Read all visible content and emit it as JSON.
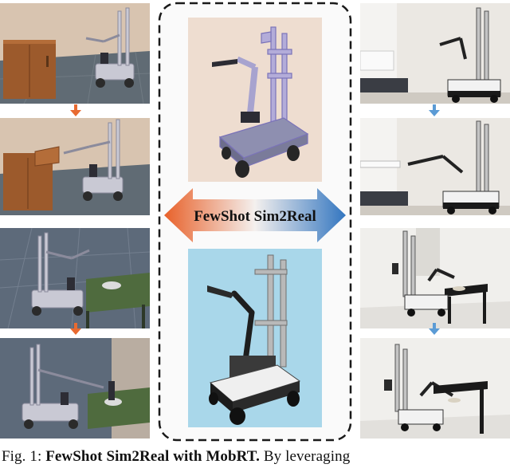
{
  "banner": {
    "label": "FewShot Sim2Real"
  },
  "caption": {
    "prefix": "Fig. 1:",
    "bold": "FewShot Sim2Real with MobRT.",
    "rest": "By leveraging"
  },
  "colors": {
    "sim_floor": "#5d6872",
    "sim_wall": "#d9c6b3",
    "cabinet": "#9c5a2c",
    "table_green": "#4f6b3e",
    "robot_sim": "#8f8fa8",
    "arrow_orange": "#e86a30",
    "arrow_blue": "#3c7fc4",
    "real_wall": "#eceae6",
    "render_bg": "#eeddd0",
    "photo_bg": "#a9d7ea"
  }
}
